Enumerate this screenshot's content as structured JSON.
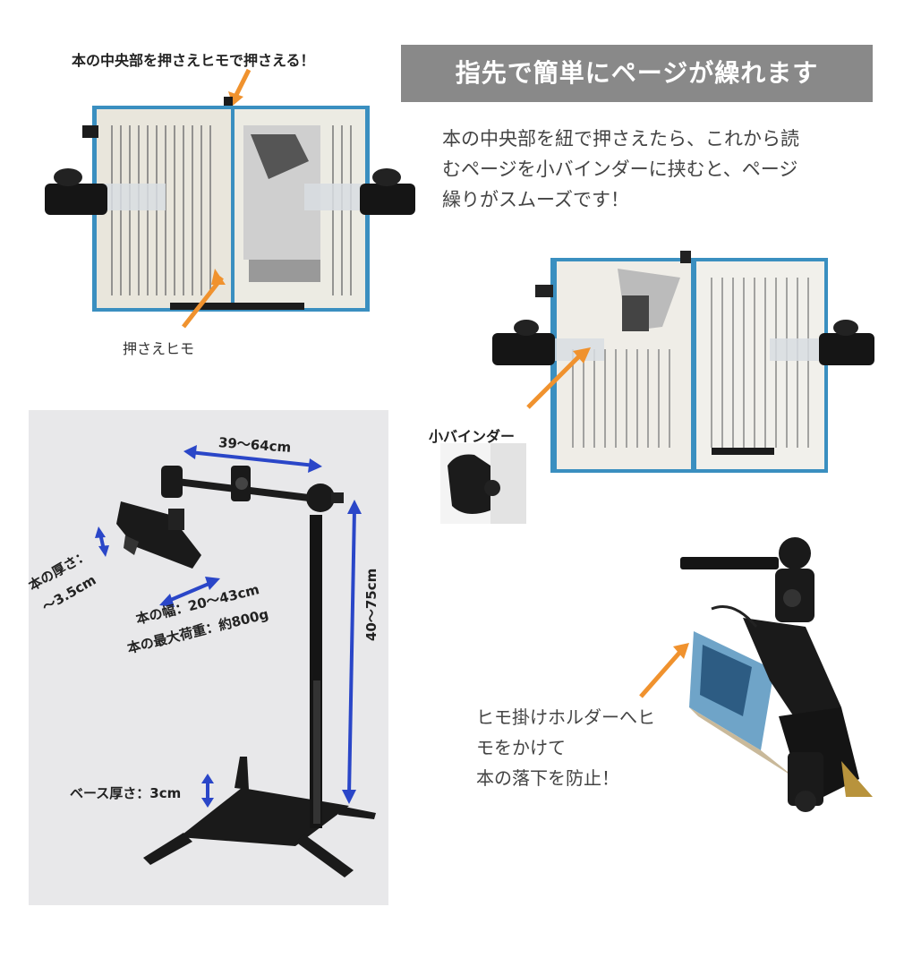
{
  "top_left": {
    "caption": "本の中央部を押さえヒモで押さえる！",
    "strap_label": "押さえヒモ"
  },
  "banner": {
    "title": "指先で簡単にページが繰れます"
  },
  "description": {
    "lines": [
      "本の中央部を紐で押さえたら、これから読",
      "むページを小バインダーに挟むと、ページ",
      "繰りがスムーズです！"
    ]
  },
  "middle_right": {
    "binder_label": "小バインダー"
  },
  "stand": {
    "arm_length": "39～64cm",
    "book_thickness_1": "本の厚さ：",
    "book_thickness_2": "～3.5cm",
    "book_width": "本の幅：20～43cm",
    "max_load": "本の最大荷重：約800g",
    "pole_height": "40～75cm",
    "base_thickness": "ベース厚さ：3cm"
  },
  "bottom_right": {
    "lines": [
      "ヒモ掛けホルダーへヒ",
      "モをかけて",
      "本の落下を防止！"
    ]
  },
  "colors": {
    "arrow_orange": "#f0922e",
    "dimension_blue": "#2a46c8",
    "banner_gray": "#898989",
    "panel_gray": "#e8e8ea"
  }
}
